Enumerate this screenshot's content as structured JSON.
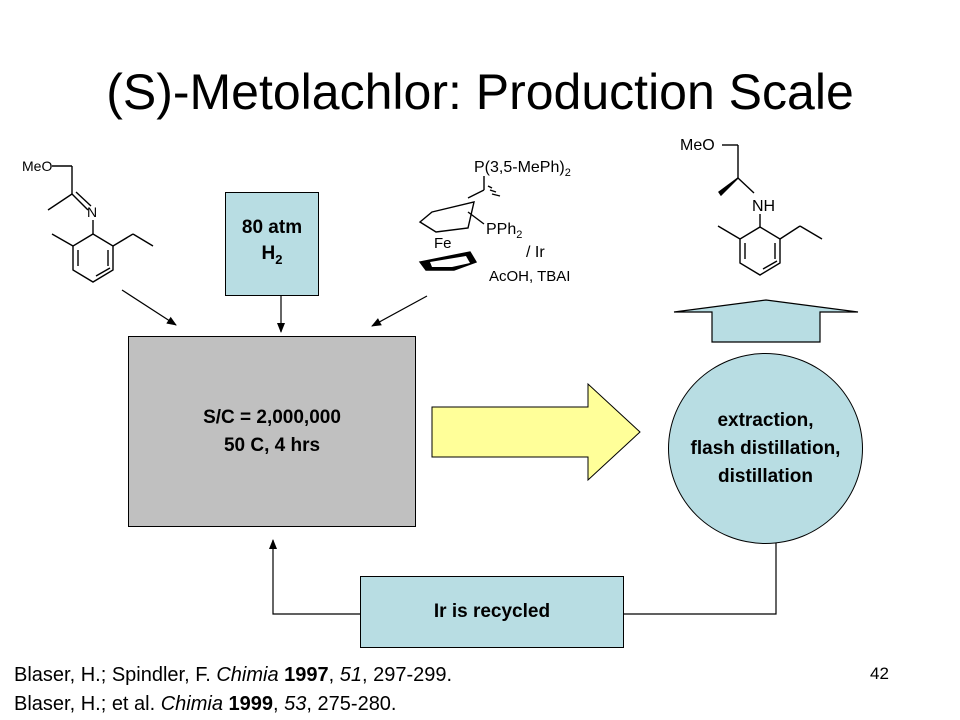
{
  "title": "(S)-Metolachlor: Production Scale",
  "pressure": {
    "line1": "80 atm",
    "gas": "H",
    "gas_sub": "2"
  },
  "reactor": {
    "line1": "S/C = 2,000,000",
    "line2": "50 C, 4 hrs"
  },
  "workup": {
    "line1": "extraction,",
    "line2": "flash distillation,",
    "line3": "distillation"
  },
  "recycle_label": "Ir is recycled",
  "substrate": {
    "label_meo": "MeO",
    "label_n": "N"
  },
  "product": {
    "label_meo": "MeO",
    "label_nh": "NH"
  },
  "catalyst": {
    "phosphine_top": "P(3,5-MePh)",
    "phosphine_top_sub": "2",
    "phosphine_2": "PPh",
    "phosphine_2_sub": "2",
    "metal": "Fe",
    "ir_label": "/ Ir",
    "additives": "AcOH, TBAI"
  },
  "references": [
    {
      "authors": "Blaser, H.; Spindler, F. ",
      "journal": "Chimia",
      "year": "1997",
      "volume": "51",
      "pages": ", 297-299."
    },
    {
      "authors": "Blaser, H.; et al. ",
      "journal": "Chimia",
      "year": "1999",
      "volume": "53",
      "pages": ", 275-280."
    }
  ],
  "page_number": "42",
  "colors": {
    "box_fill": "#b8dde3",
    "reactor_fill": "#c0c0c0",
    "arrow_fill": "#ffff99"
  }
}
